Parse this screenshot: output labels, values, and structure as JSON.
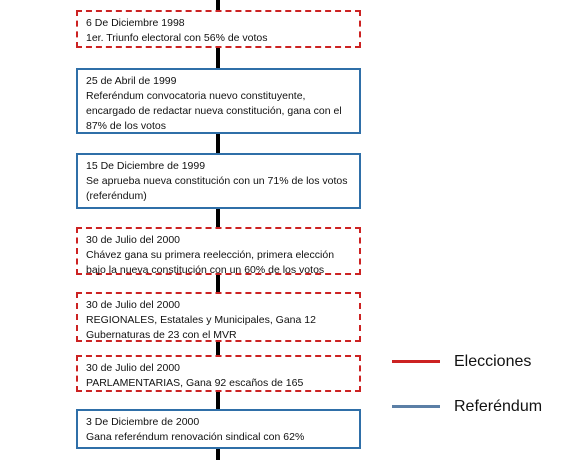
{
  "events": [
    {
      "type": "elecciones",
      "date": "6 De Diciembre 1998",
      "desc": "1er. Triunfo electoral con 56% de votos"
    },
    {
      "type": "referendum",
      "date": "25 de Abril de 1999",
      "desc": "Referéndum convocatoria nuevo constituyente,\nencargado de redactar nueva constitución, gana con el\n87% de los votos"
    },
    {
      "type": "referendum",
      "date": "15 De Diciembre de  1999",
      "desc": "Se aprueba nueva constitución con un 71% de los votos\n(referéndum)"
    },
    {
      "type": "elecciones",
      "date": "30 de Julio del 2000",
      "desc": "Chávez gana su primera reelección, primera elección\nbajo la nueva constitución con un 60% de los votos"
    },
    {
      "type": "elecciones",
      "date": "30 de Julio del 2000",
      "desc": "REGIONALES, Estatales y Municipales, Gana 12\nGubernaturas de 23 con el MVR"
    },
    {
      "type": "elecciones",
      "date": "30 de Julio del 2000",
      "desc": "PARLAMENTARIAS, Gana 92 escaños de 165"
    },
    {
      "type": "referendum",
      "date": "3 De Diciembre de  2000",
      "desc": "Gana referéndum  renovación sindical con 62%"
    }
  ],
  "legend": [
    {
      "label": "Elecciones",
      "color": "#cc2222"
    },
    {
      "label": "Referéndum",
      "color": "#5b7fa6"
    }
  ]
}
